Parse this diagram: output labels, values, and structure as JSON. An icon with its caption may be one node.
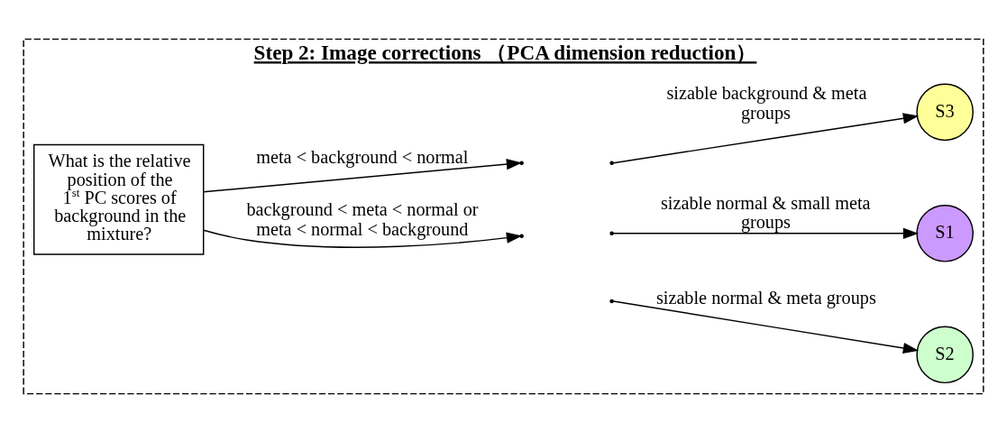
{
  "diagram": {
    "nodes": [
      {
        "text": [
          "Step 2: Image corrections （PCA dimension reduction）"
        ]
      },
      {
        "text": [
          "What is the relative position of the 1$^{st}$ PC scores of background in the mixture?"
        ],
        "in": 0
      },
      {
        "text": [
          "S2"
        ],
        "in": 0
      },
      {
        "text": [
          "S1"
        ],
        "in": 0
      },
      {
        "text": [
          "S3"
        ],
        "in": 0
      }
    ],
    "edges": [
      {
        "from": 1,
        "to": null,
        "arrow": "to",
        "label": "background < meta < normal or meta < normal < background"
      },
      {
        "from": 1,
        "to": null,
        "arrow": "to",
        "label": "meta < background < normal"
      },
      {
        "from": null,
        "to": 2,
        "arrow": "to",
        "label": "sizable normal & meta groups"
      },
      {
        "from": null,
        "to": 3,
        "arrow": "to",
        "label": "sizable normal & small meta groups"
      },
      {
        "from": null,
        "to": 4,
        "arrow": "to",
        "label": "sizable background & meta groups"
      }
    ]
  }
}
